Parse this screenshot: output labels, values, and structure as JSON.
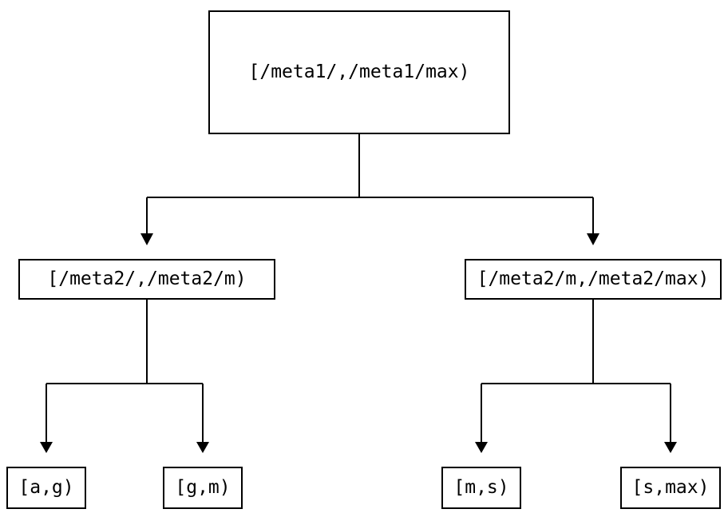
{
  "diagram": {
    "background_color": "#ffffff",
    "line_color": "#000000",
    "text_color": "#000000",
    "nodes": {
      "root": {
        "label": "[/meta1/,/meta1/max)"
      },
      "left_child": {
        "label": "[/meta2/,/meta2/m)"
      },
      "right_child": {
        "label": "[/meta2/m,/meta2/max)"
      },
      "leaf_ag": {
        "label": "[a,g)"
      },
      "leaf_gm": {
        "label": "[g,m)"
      },
      "leaf_ms": {
        "label": "[m,s)"
      },
      "leaf_smax": {
        "label": "[s,max)"
      }
    },
    "edges": [
      {
        "from": "root",
        "to": "left_child",
        "arrow": "down"
      },
      {
        "from": "root",
        "to": "right_child",
        "arrow": "down"
      },
      {
        "from": "left_child",
        "to": "leaf_ag",
        "arrow": "down"
      },
      {
        "from": "left_child",
        "to": "leaf_gm",
        "arrow": "down"
      },
      {
        "from": "right_child",
        "to": "leaf_ms",
        "arrow": "down"
      },
      {
        "from": "right_child",
        "to": "leaf_smax",
        "arrow": "down"
      }
    ]
  }
}
